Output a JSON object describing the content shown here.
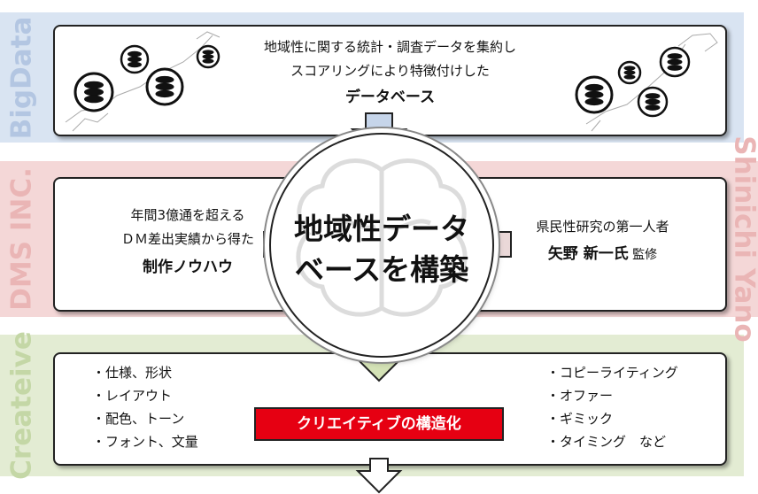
{
  "side_labels": {
    "bigdata": "BigData",
    "dms": "DMS INC.",
    "yano": "Shinichi Yano",
    "createive": "Createive"
  },
  "top_panel": {
    "line1": "地域性に関する統計・調査データを集約し",
    "line2": "スコアリングにより特徴付けした",
    "emph": "データベース"
  },
  "left_panel": {
    "line1": "年間3億通を超える",
    "line2": "ＤＭ差出実績から得た",
    "emph": "制作ノウハウ"
  },
  "right_panel": {
    "line1": "県民性研究の第一人者",
    "name": "矢野 新一氏",
    "suffix": " 監修"
  },
  "center": {
    "line1": "地域性データ",
    "line2": "ベースを構築"
  },
  "bottom_panel": {
    "left_items": [
      "・仕様、形状",
      "・レイアウト",
      "・配色、トーン",
      "・フォント、文量"
    ],
    "right_items": [
      "・コピーライティング",
      "・オファー",
      "・ギミック",
      "・タイミング　など"
    ],
    "badge": "クリエイティブの構造化"
  },
  "colors": {
    "band_blue": "#d9e4f2",
    "band_pink": "#f4d7d7",
    "band_green": "#e3ecd3",
    "badge_red": "#e60012",
    "arrow_blue": "#c6d5ea",
    "arrow_green": "#d4e2b6"
  }
}
